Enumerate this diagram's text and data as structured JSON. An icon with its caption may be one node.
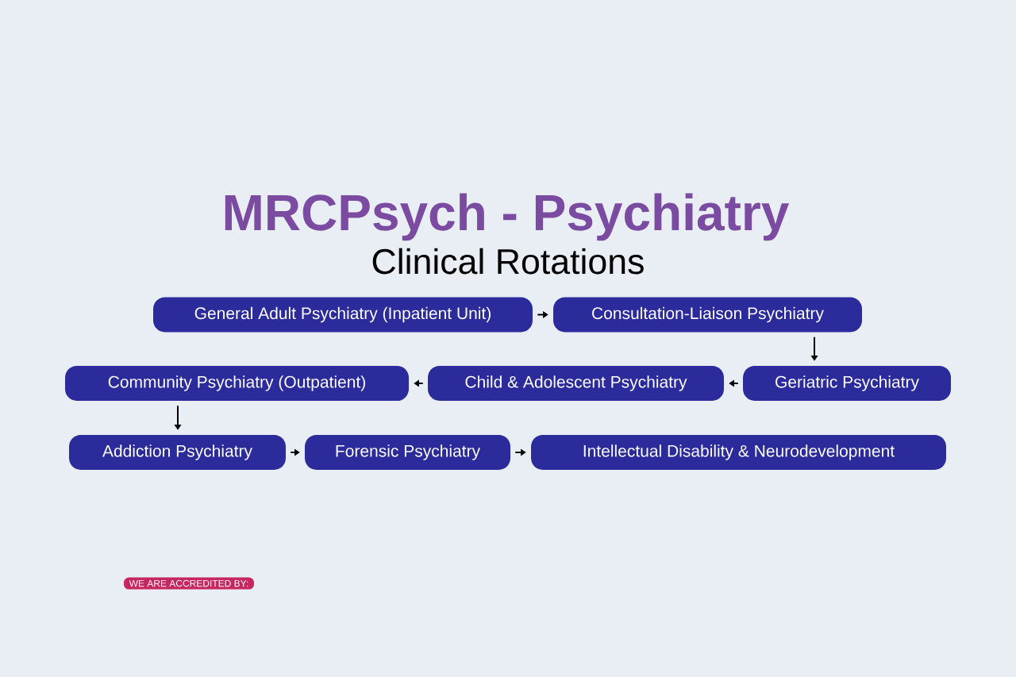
{
  "diagram": {
    "title": "MRCPsych - Psychiatry",
    "nodes": [
      {
        "text": [
          "General Adult Psychiatry (Inpatient Unit)"
        ]
      },
      {
        "text": [
          "Consultation-Liaison Psychiatry"
        ]
      },
      {
        "text": [
          "Community Psychiatry (Outpatient)"
        ]
      },
      {
        "text": [
          "Child & Adolescent Psychiatry"
        ]
      },
      {
        "text": [
          "Geriatric Psychiatry"
        ]
      },
      {
        "text": [
          "Addiction Psychiatry"
        ]
      },
      {
        "text": [
          "Forensic Psychiatry"
        ]
      },
      {
        "text": [
          "Intellectual Disability & Neurodevelopment"
        ]
      }
    ],
    "edges": [
      {
        "from": 0,
        "to": 1,
        "arrow": "to"
      },
      {
        "from": 1,
        "to": 4,
        "arrow": "to"
      },
      {
        "from": 4,
        "to": 3,
        "arrow": "to"
      },
      {
        "from": 3,
        "to": 2,
        "arrow": "to"
      },
      {
        "from": 2,
        "to": 5,
        "arrow": "to"
      },
      {
        "from": 5,
        "to": 6,
        "arrow": "to"
      },
      {
        "from": 6,
        "to": 7,
        "arrow": "to"
      }
    ],
    "labels": [
      "Clinical Rotations",
      "WE ARE ACCREDITED BY:"
    ]
  }
}
